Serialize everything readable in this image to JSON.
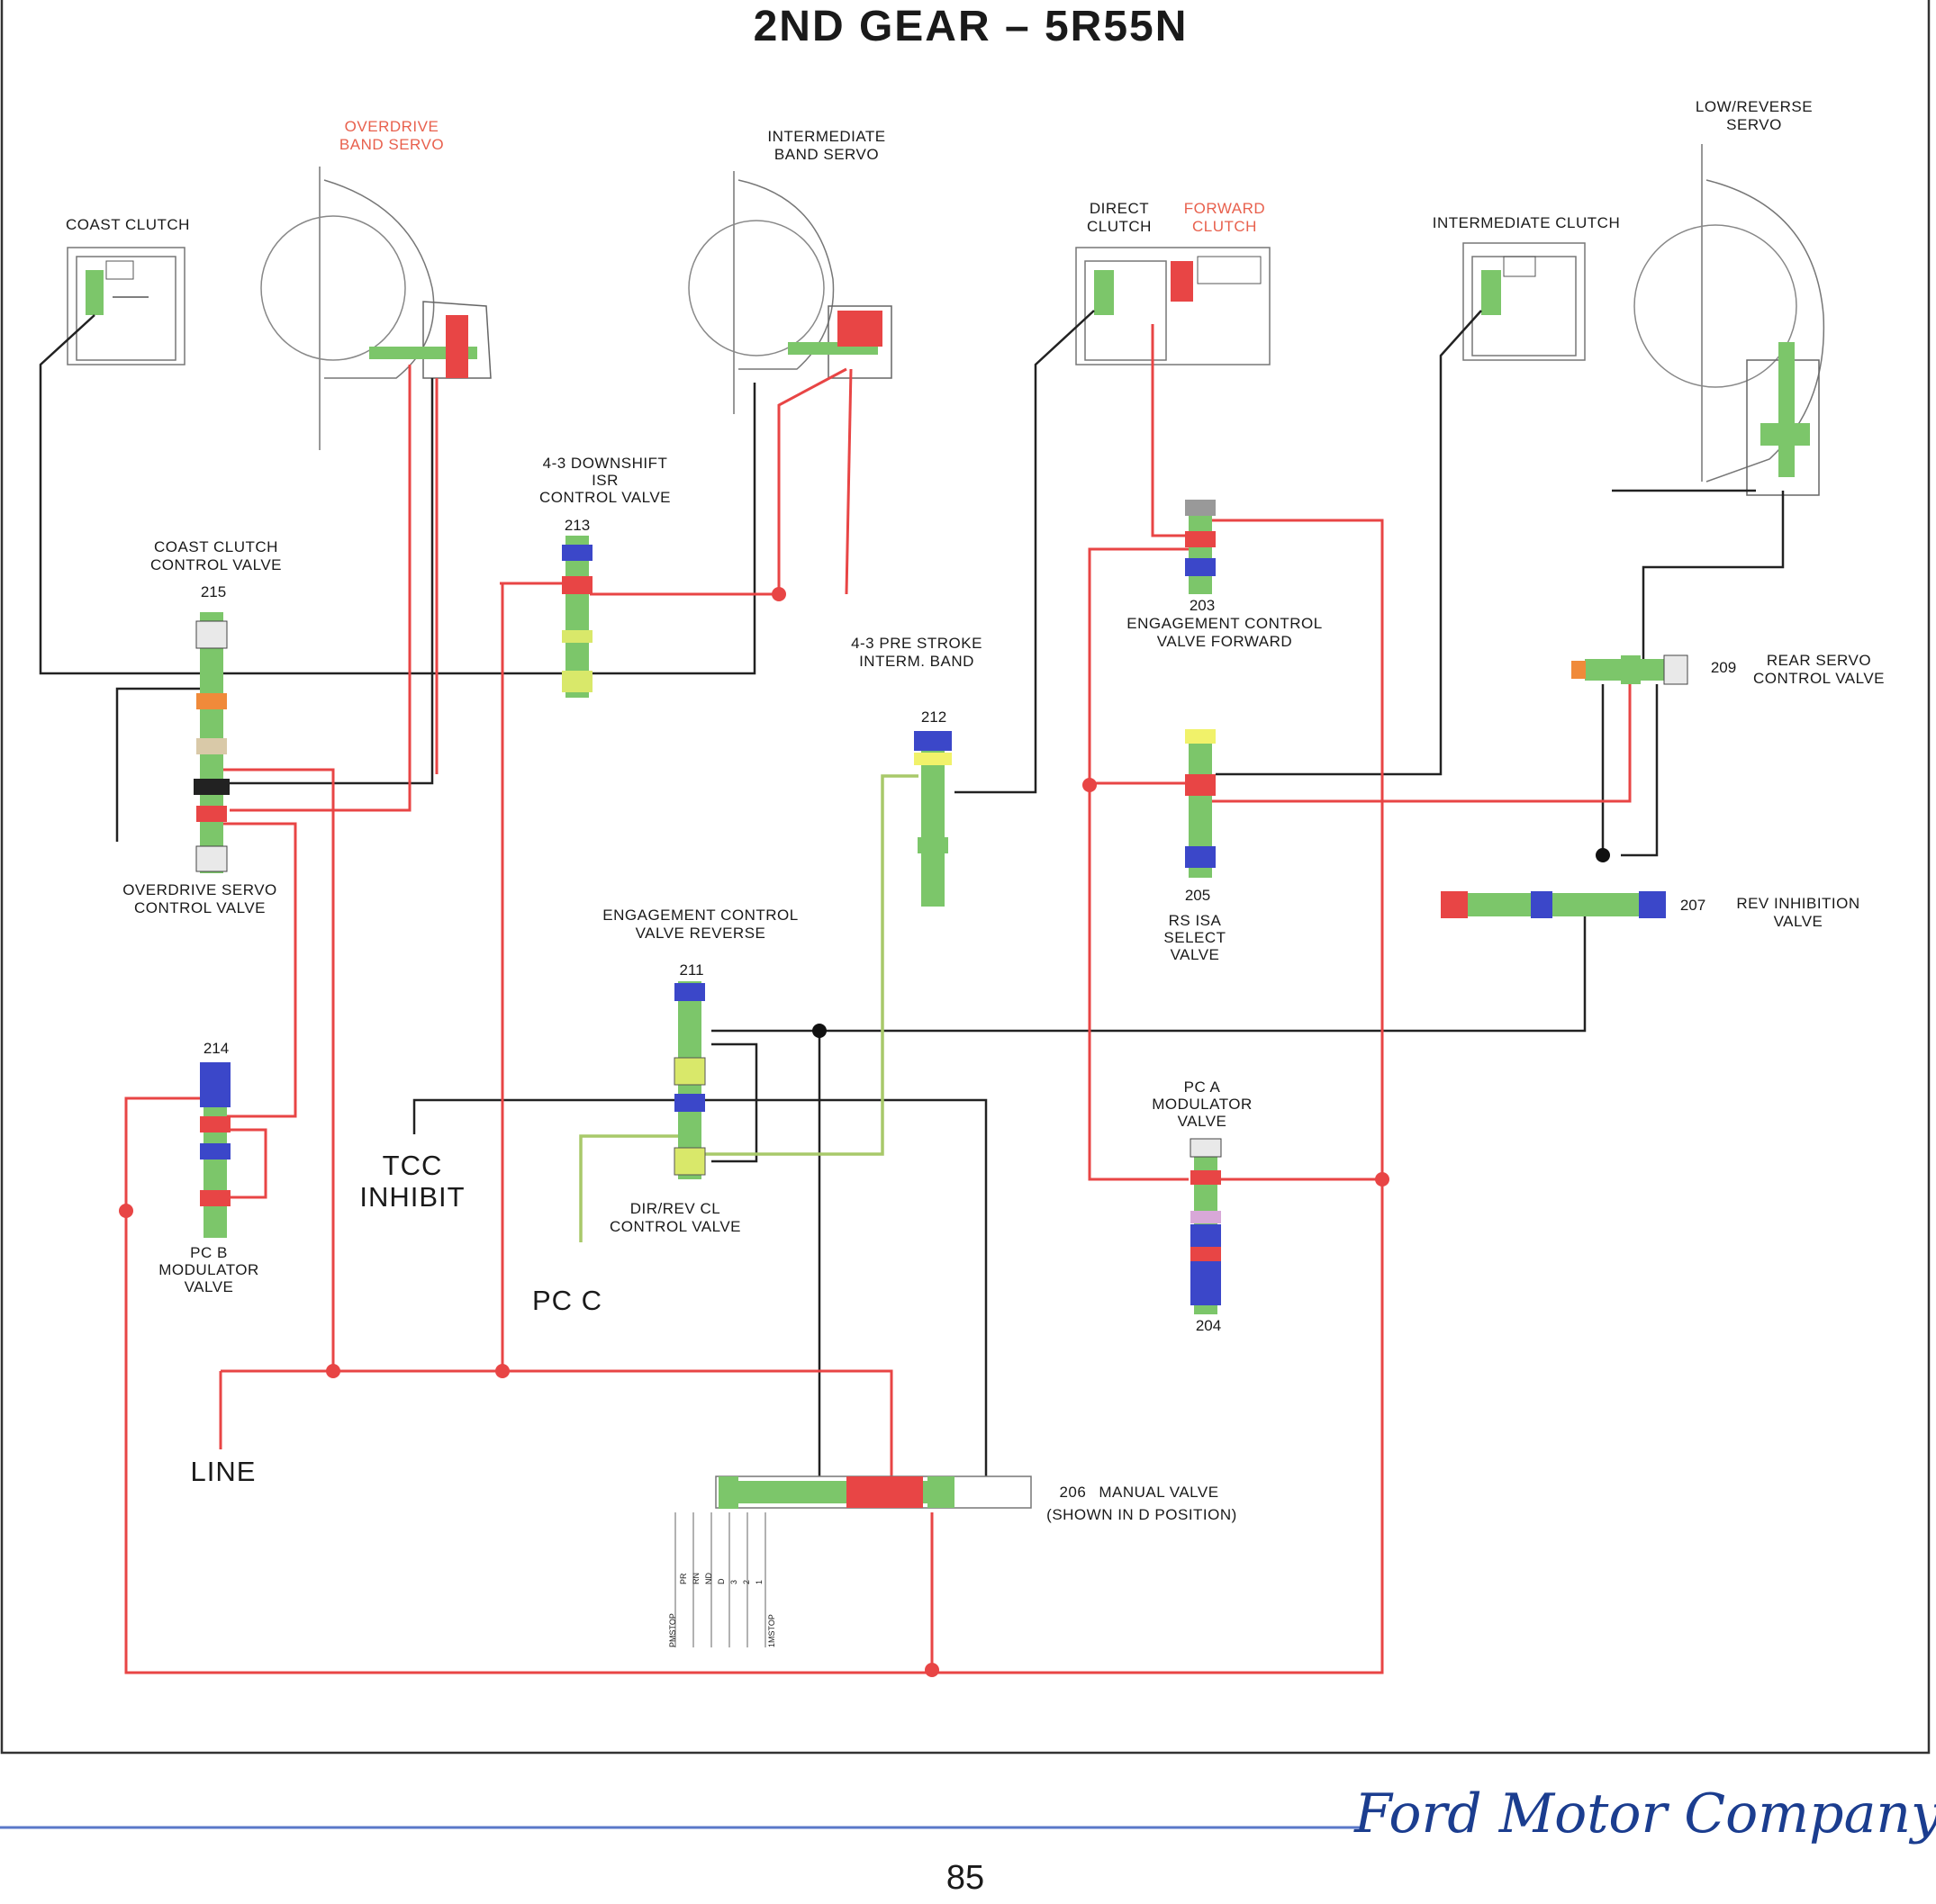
{
  "page": {
    "title": "2ND GEAR – 5R55N",
    "page_number": "85",
    "logo_text": "Ford Motor Company"
  },
  "components": {
    "coast_clutch": "COAST CLUTCH",
    "overdrive_band_servo": [
      "OVERDRIVE",
      "BAND SERVO"
    ],
    "intermediate_band_servo": [
      "INTERMEDIATE",
      "BAND SERVO"
    ],
    "direct_clutch": [
      "DIRECT",
      "CLUTCH"
    ],
    "forward_clutch": [
      "FORWARD",
      "CLUTCH"
    ],
    "intermediate_clutch": "INTERMEDIATE CLUTCH",
    "low_reverse_servo": [
      "LOW/REVERSE",
      "SERVO"
    ]
  },
  "valves": {
    "v213": {
      "number": "213",
      "name": [
        "4-3 DOWNSHIFT",
        "ISR",
        "CONTROL VALVE"
      ]
    },
    "v215": {
      "number": "215",
      "name": [
        "COAST CLUTCH",
        "CONTROL VALVE"
      ]
    },
    "overdrive_servo": {
      "name": [
        "OVERDRIVE SERVO",
        "CONTROL VALVE"
      ]
    },
    "v212": {
      "number": "212",
      "name": [
        "4-3 PRE STROKE",
        "INTERM. BAND"
      ]
    },
    "v203": {
      "number": "203",
      "name": [
        "ENGAGEMENT CONTROL",
        "VALVE FORWARD"
      ]
    },
    "v209": {
      "number": "209",
      "name": [
        "REAR SERVO",
        "CONTROL VALVE"
      ]
    },
    "v205": {
      "number": "205",
      "name": [
        "RS ISA",
        "SELECT",
        "VALVE"
      ]
    },
    "v207": {
      "number": "207",
      "name": [
        "REV INHIBITION",
        "VALVE"
      ]
    },
    "v211": {
      "number": "211",
      "name": [
        "ENGAGEMENT CONTROL",
        "VALVE REVERSE"
      ]
    },
    "dir_rev": {
      "name": [
        "DIR/REV CL",
        "CONTROL VALVE"
      ]
    },
    "v214": {
      "number": "214",
      "name": [
        "PC B",
        "MODULATOR",
        "VALVE"
      ]
    },
    "v204": {
      "number": "204",
      "name": [
        "PC A",
        "MODULATOR",
        "VALVE"
      ]
    },
    "v206": {
      "number": "206",
      "name": "MANUAL VALVE",
      "note": "(SHOWN IN D POSITION)"
    }
  },
  "signals": {
    "tcc_inhibit": [
      "TCC",
      "INHIBIT"
    ],
    "pc_c": "PC C",
    "line": "LINE"
  },
  "manual_positions": [
    "PMSTOP",
    "PR",
    "RN",
    "ND",
    "D",
    "3",
    "2",
    "1",
    "1MSTOP"
  ],
  "colors": {
    "line_pressure": "#e84545",
    "exhaust": "#222222",
    "valve_body": "#7cc66a",
    "spring": "#3b47c9",
    "pc_c_signal": "#a8c96a",
    "highlight_label": "#e8604d"
  }
}
